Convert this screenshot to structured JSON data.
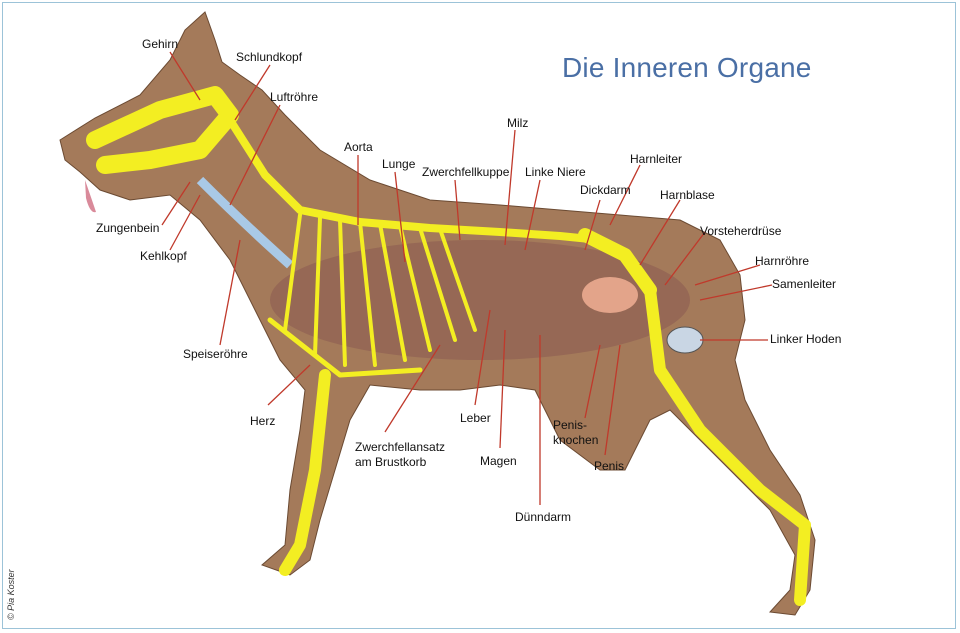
{
  "title": "Die Inneren Organe",
  "copyright": "© Pia Koster",
  "colors": {
    "body": "#a47a5a",
    "skeleton": "#f3ee22",
    "leader": "#c0392b",
    "title": "#4a6fa5",
    "frame": "#9cc3d8"
  },
  "labels": {
    "gehirn": "Gehirn",
    "schlundkopf": "Schlundkopf",
    "luftroehre": "Luftröhre",
    "aorta": "Aorta",
    "lunge": "Lunge",
    "zwerchfellkuppe": "Zwerchfellkuppe",
    "milz": "Milz",
    "linke_niere": "Linke Niere",
    "dickdarm": "Dickdarm",
    "harnleiter": "Harnleiter",
    "harnblase": "Harnblase",
    "vorsteherdruese": "Vorsteherdrüse",
    "harnroehre": "Harnröhre",
    "samenleiter": "Samenleiter",
    "linker_hoden": "Linker Hoden",
    "zungenbein": "Zungenbein",
    "kehlkopf": "Kehlkopf",
    "speiseroehre": "Speiseröhre",
    "herz": "Herz",
    "zwerchfellansatz_1": "Zwerchfellansatz",
    "zwerchfellansatz_2": "am Brustkorb",
    "leber": "Leber",
    "magen": "Magen",
    "penisknochen_1": "Penis-",
    "penisknochen_2": "knochen",
    "penis": "Penis",
    "duenndarm": "Dünndarm"
  }
}
